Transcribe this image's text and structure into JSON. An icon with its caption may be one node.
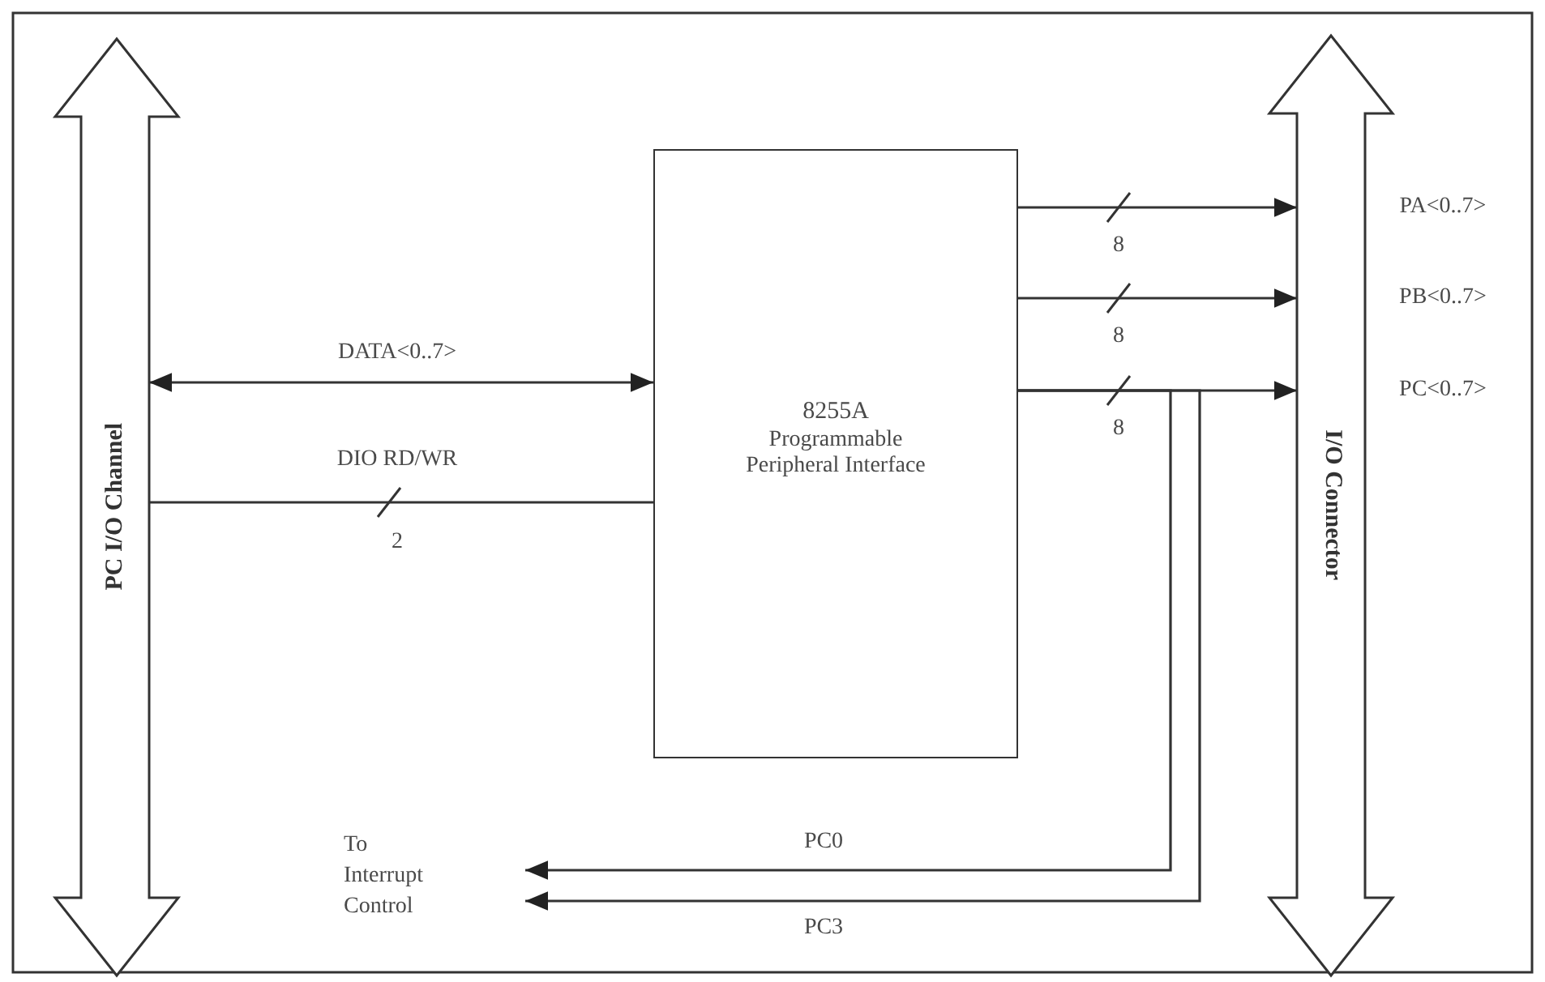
{
  "diagram": {
    "nodes": [
      {
        "text": [
          "PC I/O Channel"
        ]
      },
      {
        "text": [
          "8255A",
          "Programmable Peripheral Interface"
        ]
      },
      {
        "text": [
          "I/O Connector"
        ]
      },
      {
        "text": [
          "To Interrupt Control"
        ]
      }
    ],
    "edges": [
      {
        "from": 0,
        "to": 1,
        "arrow": "both",
        "label": "DATA<0..7>"
      },
      {
        "from": 0,
        "to": 1,
        "arrow": "none",
        "label": "DIO RD/WR"
      },
      {
        "from": 1,
        "to": 2,
        "arrow": "to"
      },
      {
        "from": 1,
        "to": 2,
        "arrow": "to"
      },
      {
        "from": 1,
        "to": 2,
        "arrow": "to"
      },
      {
        "from": 1,
        "to": 3,
        "arrow": "to",
        "label": "PC0"
      },
      {
        "from": 1,
        "to": 3,
        "arrow": "to",
        "label": "PC3"
      }
    ],
    "labels": [
      "PA<0..7>",
      "8",
      "PB<0..7>",
      "8",
      "PC<0..7>",
      "8",
      "2"
    ]
  }
}
